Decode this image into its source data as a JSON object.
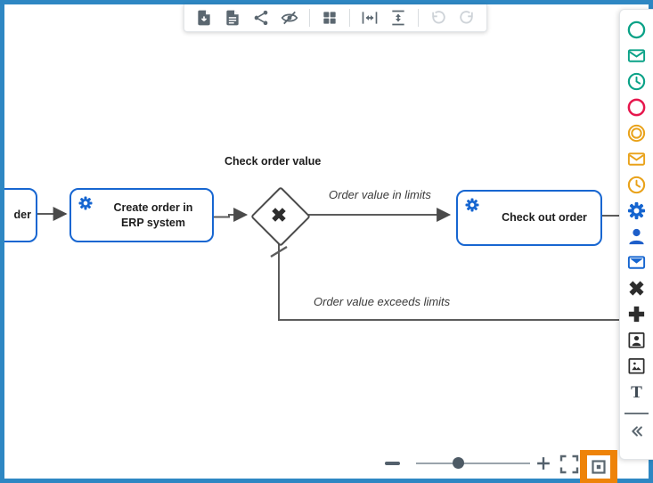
{
  "toolbar": {
    "icons": [
      {
        "name": "export-file-icon",
        "enabled": true
      },
      {
        "name": "document-icon",
        "enabled": true
      },
      {
        "name": "share-icon",
        "enabled": true
      },
      {
        "name": "hide-icon",
        "enabled": true
      },
      {
        "name": "grid-icon",
        "enabled": true
      },
      {
        "name": "fit-width-icon",
        "enabled": true
      },
      {
        "name": "fit-height-icon",
        "enabled": true
      },
      {
        "name": "undo-icon",
        "enabled": false
      },
      {
        "name": "redo-icon",
        "enabled": false
      }
    ]
  },
  "palette": {
    "icons": [
      {
        "name": "start-event-icon",
        "color": "#0aa287"
      },
      {
        "name": "message-start-event-icon",
        "color": "#0aa287"
      },
      {
        "name": "timer-start-event-icon",
        "color": "#0aa287"
      },
      {
        "name": "end-event-icon",
        "color": "#e6174d"
      },
      {
        "name": "intermediate-event-icon",
        "color": "#e9a21a"
      },
      {
        "name": "message-intermediate-event-icon",
        "color": "#e9a21a"
      },
      {
        "name": "timer-intermediate-event-icon",
        "color": "#e9a21a"
      },
      {
        "name": "service-task-icon",
        "color": "#1565d0"
      },
      {
        "name": "user-task-icon",
        "color": "#1565d0"
      },
      {
        "name": "message-task-icon",
        "color": "#1565d0"
      },
      {
        "name": "exclusive-gateway-icon",
        "color": "#2d2d2d"
      },
      {
        "name": "parallel-gateway-icon",
        "color": "#2d2d2d"
      },
      {
        "name": "participant-icon",
        "color": "#2d2d2d"
      },
      {
        "name": "image-icon",
        "color": "#2d2d2d"
      },
      {
        "name": "text-icon",
        "color": "#3f4a54"
      },
      {
        "name": "collapse-panel-icon",
        "color": "#5b6770"
      }
    ]
  },
  "diagram": {
    "clipped_task_text": "der",
    "create_order_task": "Create order in ERP system",
    "gateway_label": "Check order value",
    "check_out_task": "Check out order",
    "flow_in_limits_label": "Order value in limits",
    "flow_exceeds_label": "Order value exceeds limits"
  },
  "zoom_controls": {
    "slider_position_pct": 32,
    "highlight_color": "#ee8309"
  },
  "colors": {
    "frame": "#2e87c3",
    "task_border": "#1766d1",
    "flow_line": "#5c5c5c",
    "toolbar_icon": "#5b6770",
    "toolbar_icon_disabled": "#ced3d8"
  }
}
